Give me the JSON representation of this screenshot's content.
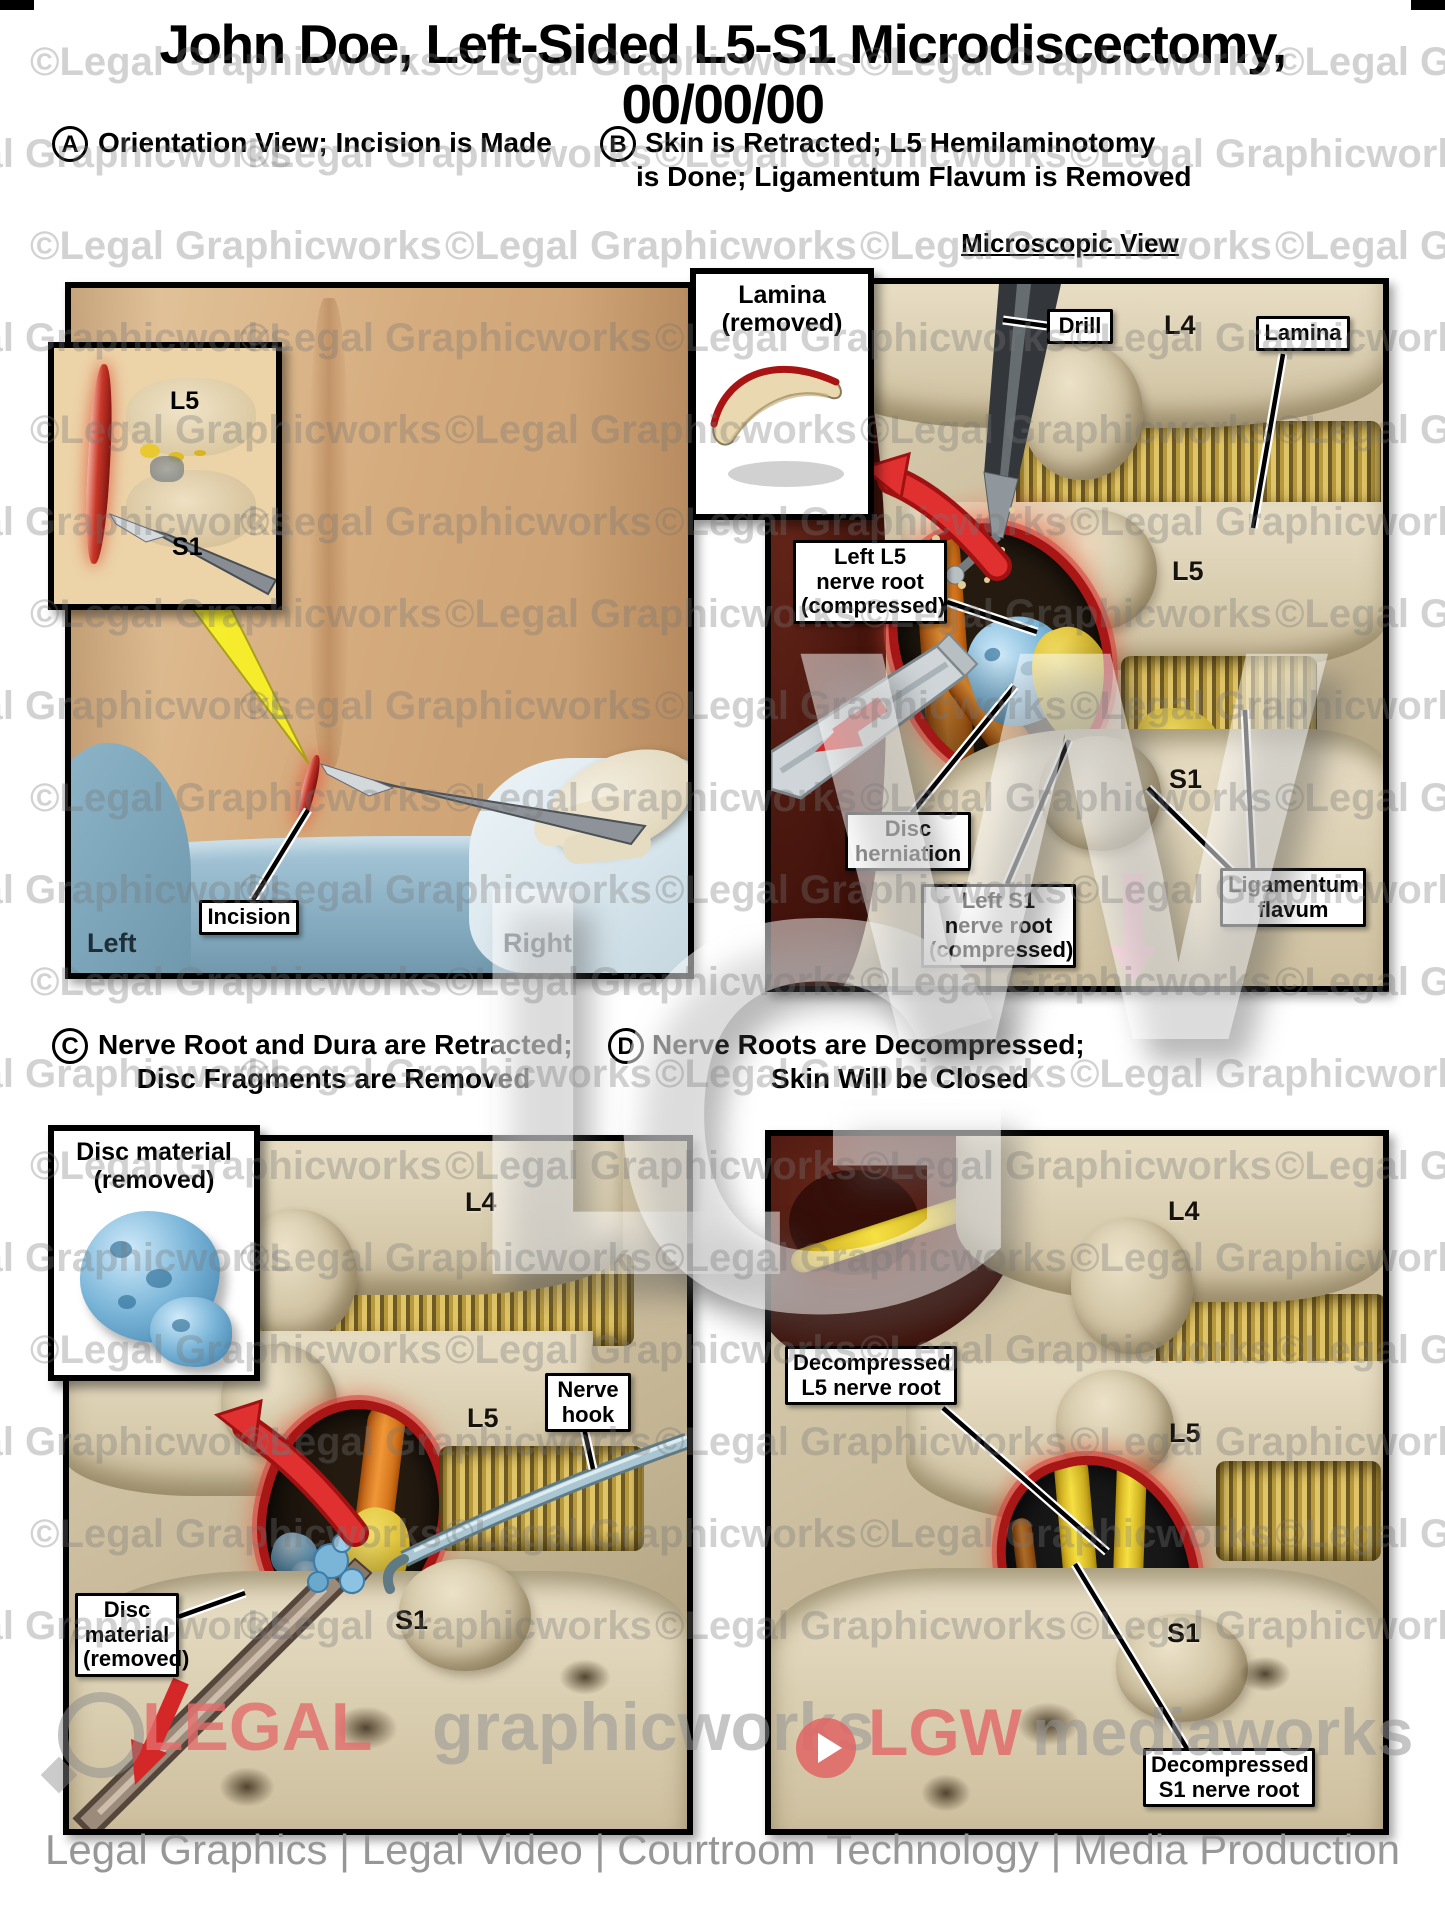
{
  "title": {
    "line1": "John Doe, Left-Sided L5-S1 Microdiscectomy,",
    "line2": "00/00/00"
  },
  "panels": {
    "a": {
      "letter": "A",
      "heading1": "Orientation View; Incision is Made",
      "labels": {
        "l5": "L5",
        "s1": "S1",
        "incision": "Incision",
        "left": "Left",
        "right": "Right"
      }
    },
    "b": {
      "letter": "B",
      "heading1": "Skin is Retracted; L5 Hemilaminotomy",
      "heading2": "is Done; Ligamentum Flavum is Removed",
      "subheading": "Microscopic View",
      "labels": {
        "inset": "Lamina\n(removed)",
        "drill": "Drill",
        "l4": "L4",
        "lamina": "Lamina",
        "l5": "L5",
        "left_l5": "Left L5\nnerve root\n(compressed)",
        "disc_herniation": "Disc\nherniation",
        "s1": "S1",
        "left_s1": "Left S1\nnerve root\n(compressed)",
        "lig_flavum": "Ligamentum\nflavum"
      }
    },
    "c": {
      "letter": "C",
      "heading1": "Nerve Root and Dura are Retracted;",
      "heading2": "Disc Fragments are Removed",
      "labels": {
        "inset": "Disc material\n(removed)",
        "l4": "L4",
        "l5": "L5",
        "nerve_hook": "Nerve\nhook",
        "disc_material": "Disc\nmaterial\n(removed)",
        "s1": "S1"
      }
    },
    "d": {
      "letter": "D",
      "heading1": "Nerve Roots are Decompressed;",
      "heading2": "Skin Will be Closed",
      "labels": {
        "l4": "L4",
        "decompressed_l5": "Decompressed\nL5 nerve root",
        "l5": "L5",
        "s1": "S1",
        "decompressed_s1": "Decompressed\nS1 nerve root"
      }
    }
  },
  "watermark": {
    "text": "©Legal Graphicworks",
    "big_letters": [
      "L",
      "G",
      "W"
    ]
  },
  "logos": {
    "legal": "LEGAL",
    "graphicworks": "graphicworks",
    "lgw": "LGW",
    "mediaworks": "mediaworks"
  },
  "footer": {
    "text": "Legal Graphics | Legal Video | Courtroom Technology | Media Production"
  },
  "colors": {
    "bone": "#cfc2a2",
    "disc_blue": "#7ab5d8",
    "nerve_orange": "#e87820",
    "dura_yellow": "#e8c930",
    "rim_red": "#a81616",
    "arrow_red": "#d62222",
    "drape_blue": "#8fb6c9",
    "skin": "#d8b890",
    "watermark_gray": "#9a9a9a",
    "logo_red": "#e07070"
  }
}
